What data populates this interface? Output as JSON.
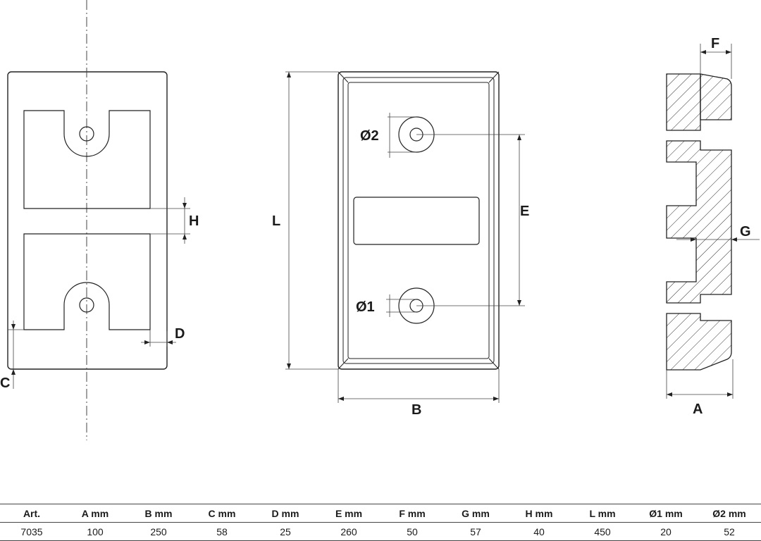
{
  "labels": {
    "H": "H",
    "D": "D",
    "C": "C",
    "L": "L",
    "E": "E",
    "B": "B",
    "O1": "Ø1",
    "O2": "Ø2",
    "F": "F",
    "G": "G",
    "A": "A"
  },
  "table": {
    "headers": [
      "Art.",
      "A mm",
      "B mm",
      "C mm",
      "D mm",
      "E mm",
      "F mm",
      "G mm",
      "H mm",
      "L mm",
      "Ø1 mm",
      "Ø2 mm"
    ],
    "rows": [
      [
        "7035",
        "100",
        "250",
        "58",
        "25",
        "260",
        "50",
        "57",
        "40",
        "450",
        "20",
        "52"
      ]
    ]
  }
}
